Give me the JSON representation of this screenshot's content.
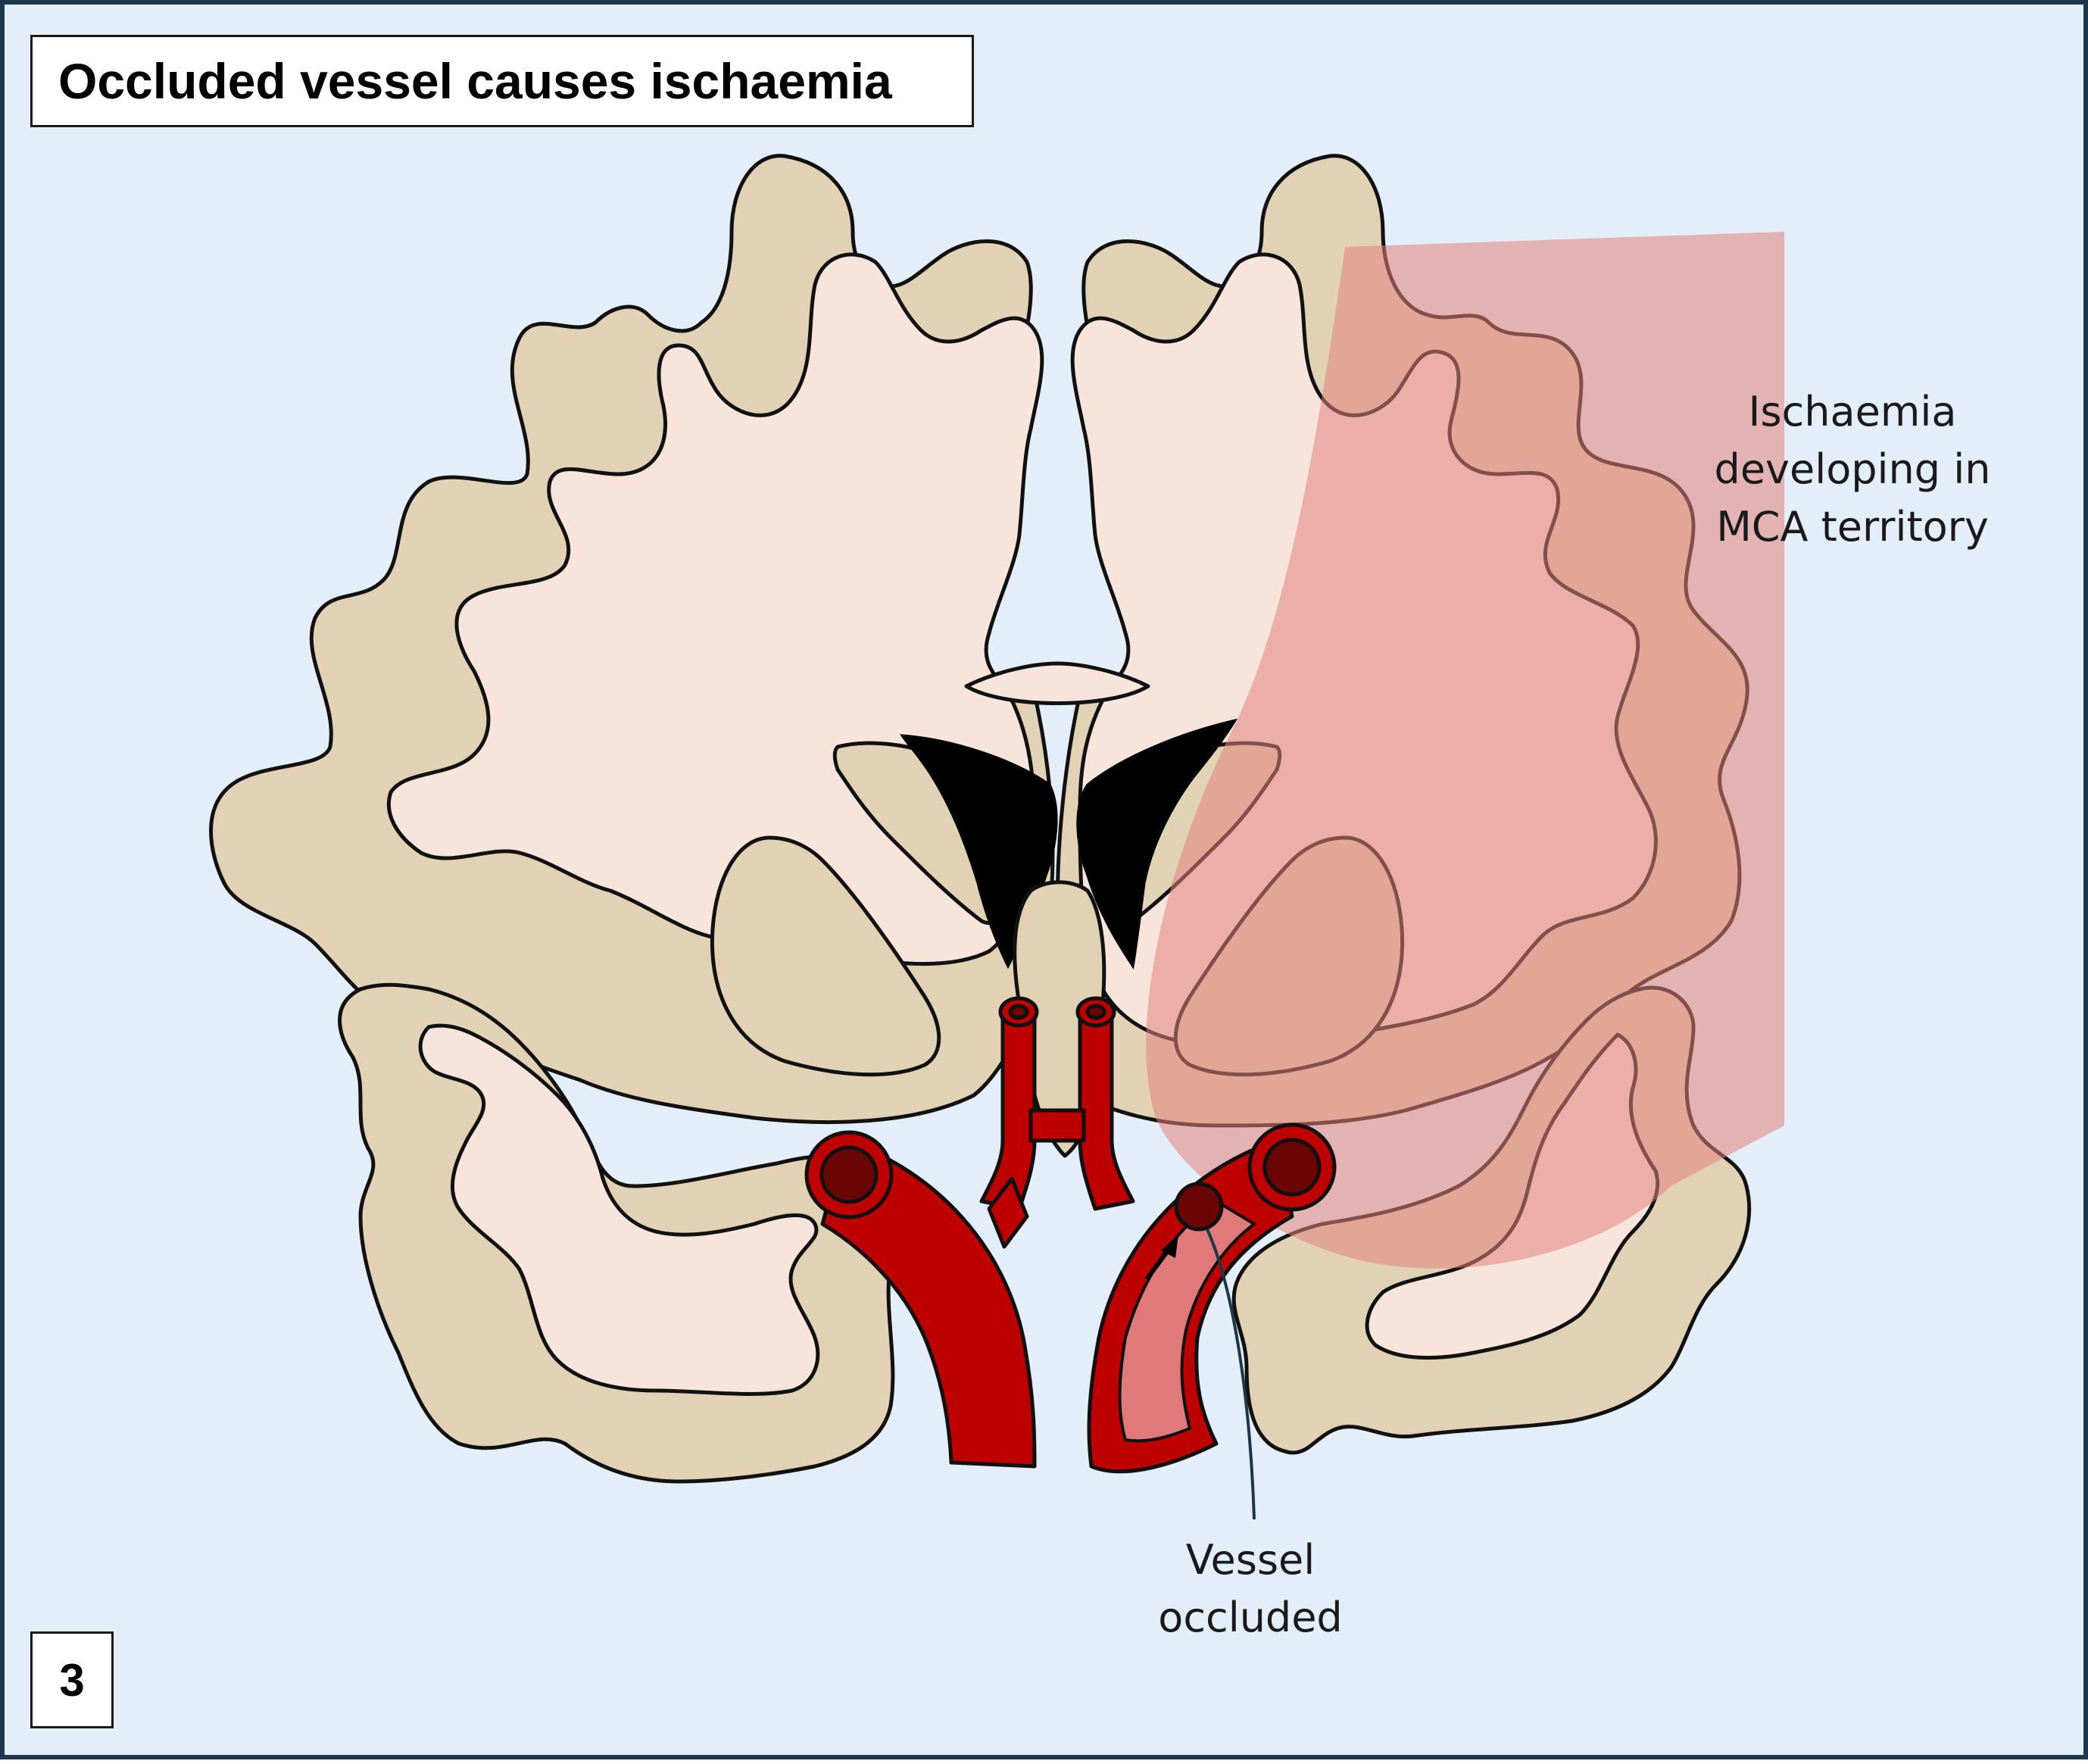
{
  "title": "Occluded vessel causes ischaemia",
  "step_number": "3",
  "labels": {
    "ischaemia": [
      "Ischaemia",
      "developing in",
      "MCA territory"
    ],
    "vessel": [
      "Vessel",
      "occluded"
    ]
  },
  "colors": {
    "background": "#e3eef8",
    "border": "#1d3649",
    "grey_matter": "#e1d1b5",
    "white_matter": "#f7e5dc",
    "ischaemia_overlay": "#e4837c",
    "artery": "#bd0000",
    "occluded_artery": "#e07a7a",
    "clot": "#6a0505",
    "ventricles": "#000000"
  }
}
